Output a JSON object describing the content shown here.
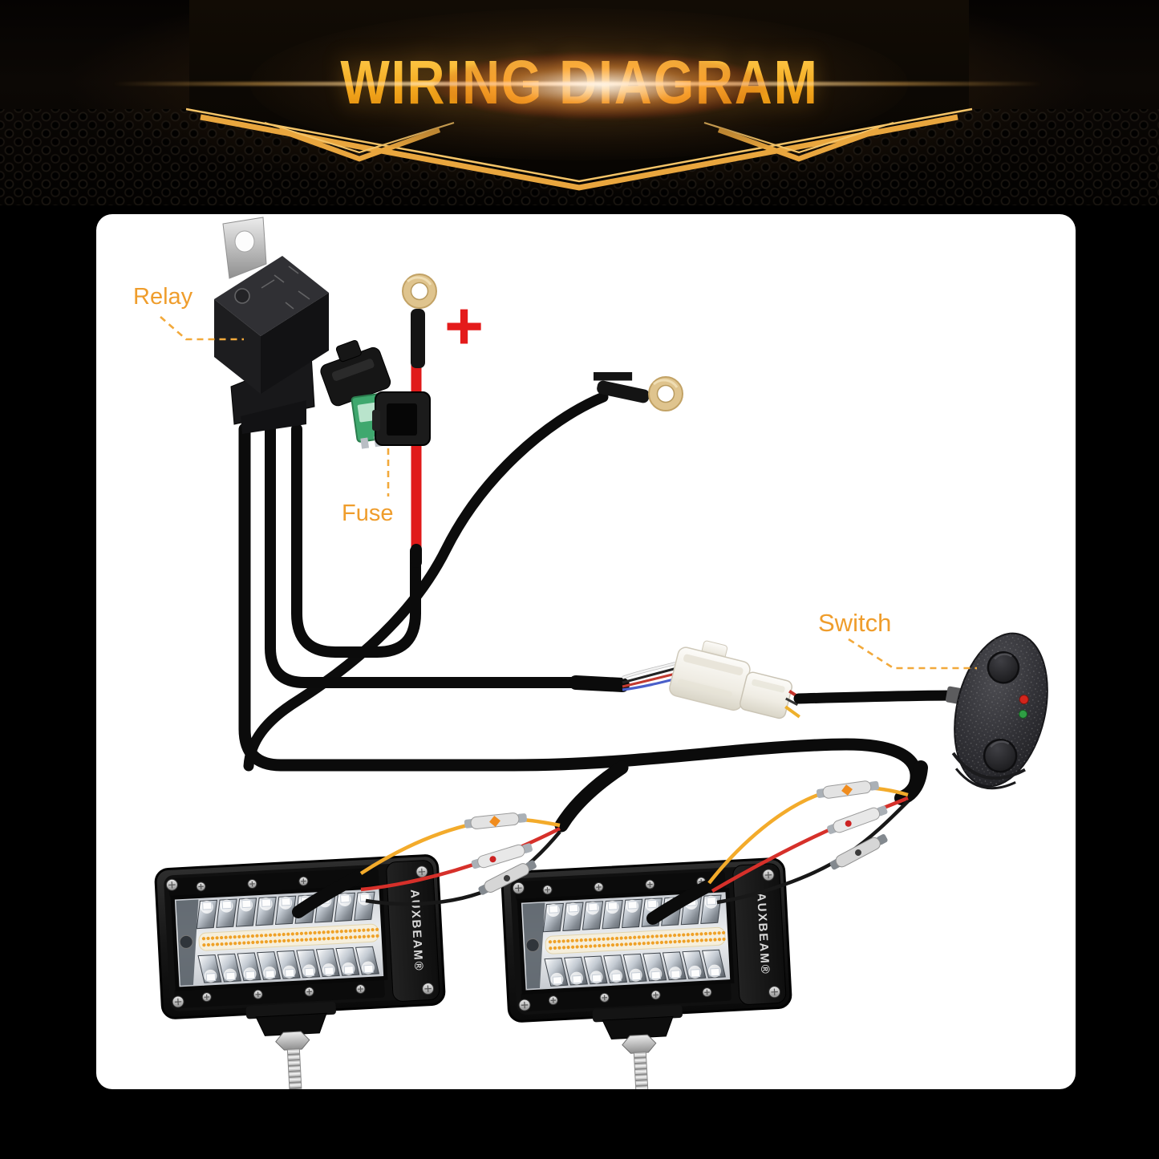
{
  "banner": {
    "title": "WIRING DIAGRAM",
    "title_color_top": "#ffd052",
    "title_color_bottom": "#dd8607",
    "accent_gold": "#e9a63e",
    "background": "#000000"
  },
  "labels": {
    "relay": "Relay",
    "fuse": "Fuse",
    "switch": "Switch",
    "positive": "+",
    "negative": "−",
    "label_color": "#ef9d2c"
  },
  "wiring": {
    "harness_color": "#0b0b0b",
    "power_wire_color": "#e01a1a",
    "accessory_wire_colors": [
      "#f3ab2b",
      "#d6302a",
      "#181818"
    ],
    "connector_lead_colors": [
      "white",
      "black",
      "red",
      "blue"
    ],
    "ring_terminal_color": "#dfc48e",
    "fuse_body_color": "#3fa86e"
  },
  "light_bar": {
    "brand": "AUXBEAM®",
    "count": 2,
    "leds_per_row": 9,
    "led_rows": 2,
    "amber_dots_per_row": 40,
    "amber_rows": 2,
    "rail_screws": 4
  },
  "switch_unit": {
    "buttons": 2,
    "indicator_top_color": "#d3251c",
    "indicator_bottom_color": "#2f9e44"
  }
}
